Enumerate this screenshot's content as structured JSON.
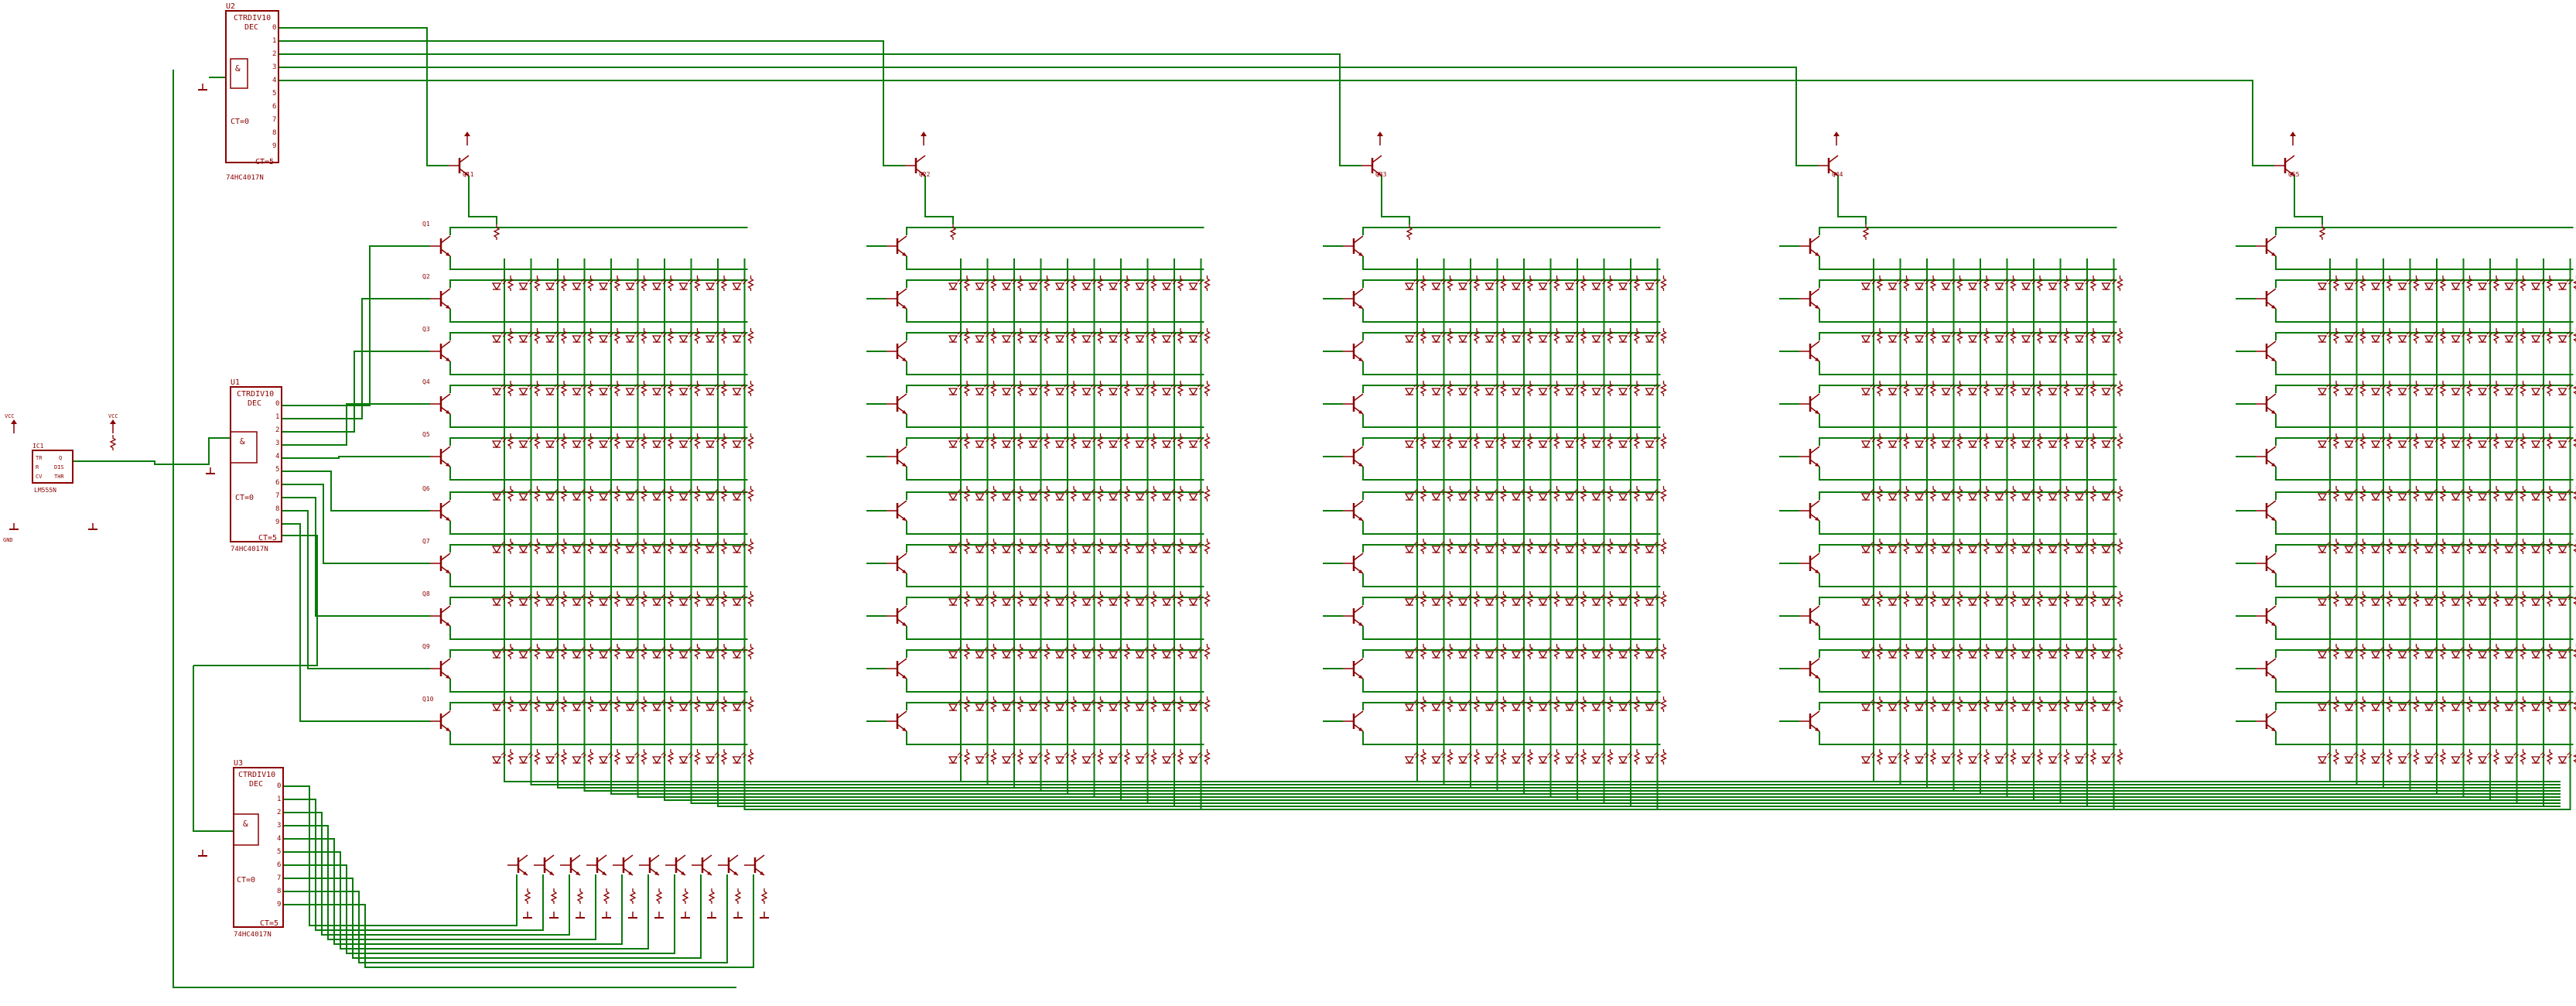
{
  "colors": {
    "background": "#ffffff",
    "wire": "#0a7a0a",
    "component": "#8b0000",
    "label": "#8b0000"
  },
  "counters": [
    {
      "ref": "U2",
      "title": "CTRDIV10",
      "subtitle": "DEC",
      "gate": "&",
      "reset": "CT=0",
      "carry": "CT=5",
      "part": "74HC4017N",
      "outputs": [
        "0",
        "1",
        "2",
        "3",
        "4",
        "5",
        "6",
        "7",
        "8",
        "9"
      ]
    },
    {
      "ref": "U1",
      "title": "CTRDIV10",
      "subtitle": "DEC",
      "gate": "&",
      "reset": "CT=0",
      "carry": "CT=5",
      "part": "74HC4017N",
      "outputs": [
        "0",
        "1",
        "2",
        "3",
        "4",
        "5",
        "6",
        "7",
        "8",
        "9"
      ]
    },
    {
      "ref": "U3",
      "title": "CTRDIV10",
      "subtitle": "DEC",
      "gate": "&",
      "reset": "CT=0",
      "carry": "CT=5",
      "part": "74HC4017N",
      "outputs": [
        "0",
        "1",
        "2",
        "3",
        "4",
        "5",
        "6",
        "7",
        "8",
        "9"
      ]
    }
  ],
  "timer": {
    "ref": "IC1",
    "part": "LM555N",
    "pins": [
      "TR",
      "Q",
      "R",
      "DIS",
      "THR",
      "CV"
    ]
  },
  "supply_label": "VCC",
  "ground_label": "GND",
  "panel_transistors": [
    "Q11",
    "Q22",
    "Q33",
    "Q44",
    "Q55"
  ],
  "row_transistor_first": [
    "Q1",
    "Q2",
    "Q3",
    "Q4",
    "Q5",
    "Q6",
    "Q7",
    "Q8",
    "Q9",
    "Q10"
  ],
  "icons": {
    "supply": "supply-arrow-icon",
    "ground": "ground-icon",
    "transistor": "npn-transistor-icon",
    "led": "led-icon",
    "resistor": "resistor-icon"
  }
}
